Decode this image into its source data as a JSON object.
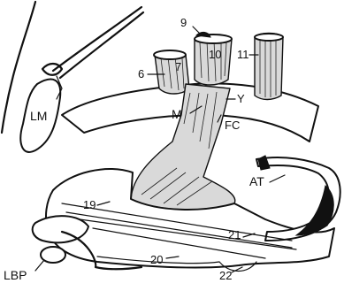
{
  "labels": {
    "lm": "LM",
    "m": "M",
    "fc": "FC",
    "y": "Y",
    "n6": "6",
    "n7": "7",
    "n9": "9",
    "n10": "10",
    "n11": "11",
    "at": "AT",
    "n19": "19",
    "n20": "20",
    "n21": "21",
    "n22": "22",
    "lbp": "LBP"
  }
}
